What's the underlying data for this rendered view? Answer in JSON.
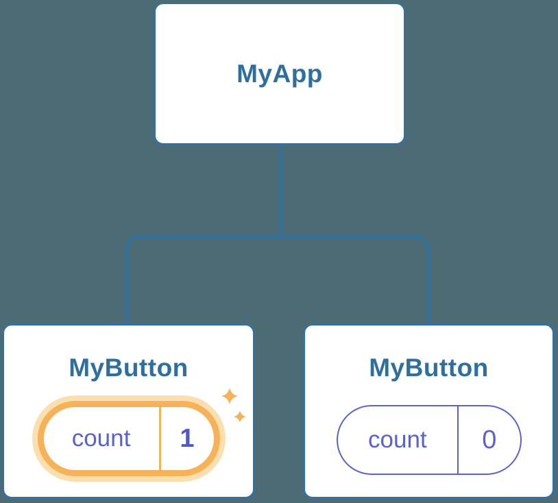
{
  "diagram": {
    "type": "component-tree",
    "background_color": "#4d6b75",
    "connector_color": "#2e72a3",
    "node_style": {
      "background": "#ffffff",
      "border_color": "#35719d",
      "title_color": "#2f6f9e"
    },
    "root": {
      "label": "MyApp"
    },
    "children": [
      {
        "label": "MyButton",
        "state_key": "count",
        "state_value": "1",
        "highlighted": true,
        "highlight_border_color": "#f6b258",
        "highlight_glow_color": "#fbdfae",
        "key_color": "#5a62ce",
        "value_color": "#4f58c8",
        "icons": [
          "sparkle-icon",
          "sparkle-icon"
        ],
        "icon_color": "#f6b258"
      },
      {
        "label": "MyButton",
        "state_key": "count",
        "state_value": "0",
        "highlighted": false,
        "pill_border_color": "#5a62ce",
        "key_color": "#5a62ce",
        "value_color": "#5a62ce"
      }
    ]
  }
}
